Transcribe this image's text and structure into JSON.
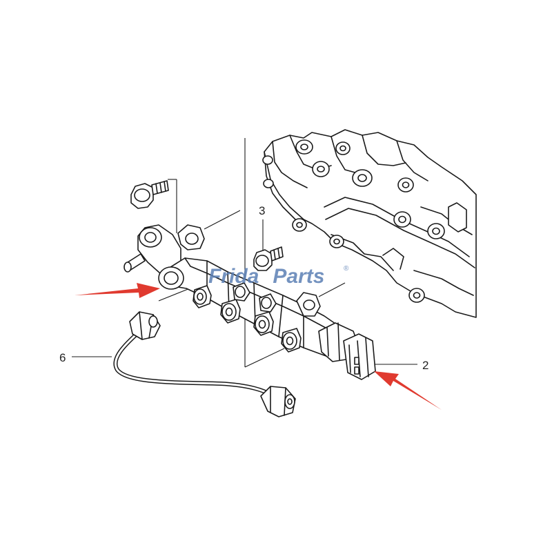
{
  "watermark": {
    "part1": "Frida",
    "part2": "Parts",
    "mark": "®",
    "color_main": "#5b7fb5",
    "color_accent": "#e8a33a"
  },
  "callouts": {
    "item_3": "3",
    "item_2": "2",
    "item_6": "6"
  },
  "colors": {
    "line": "#1a1a1a",
    "arrow": "#e03a2f"
  },
  "icons": {
    "left_arrow": "red-pointer-arrow",
    "right_arrow": "red-pointer-arrow"
  }
}
